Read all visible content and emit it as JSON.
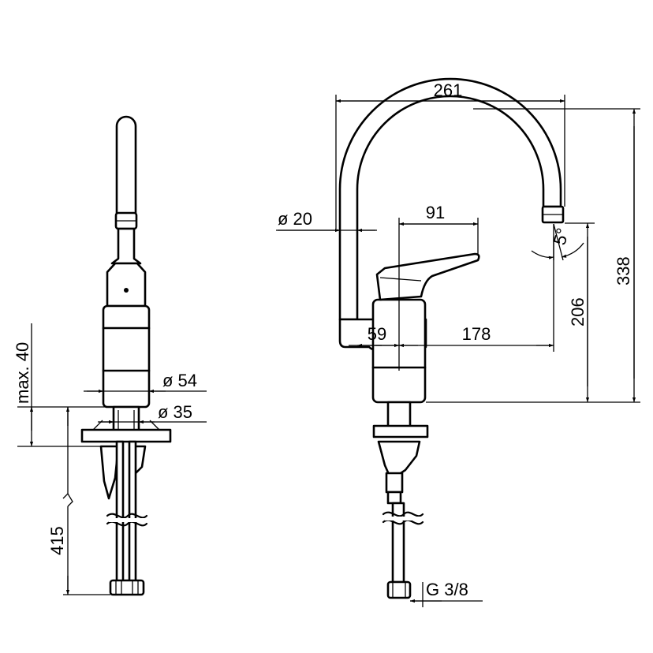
{
  "front_view": {
    "dim_max_40": "max. 40",
    "dim_diameter_54": "ø 54",
    "dim_diameter_35": "ø 35",
    "dim_hose_415": "415"
  },
  "side_view": {
    "dim_reach_261": "261",
    "dim_spout_diameter_20": "ø 20",
    "dim_lever_91": "91",
    "dim_body_59": "59",
    "dim_reach_178": "178",
    "dim_outlet_height_206": "206",
    "dim_total_height_338": "338",
    "dim_angle_5": "5°",
    "dim_thread_g38": "G 3/8"
  }
}
